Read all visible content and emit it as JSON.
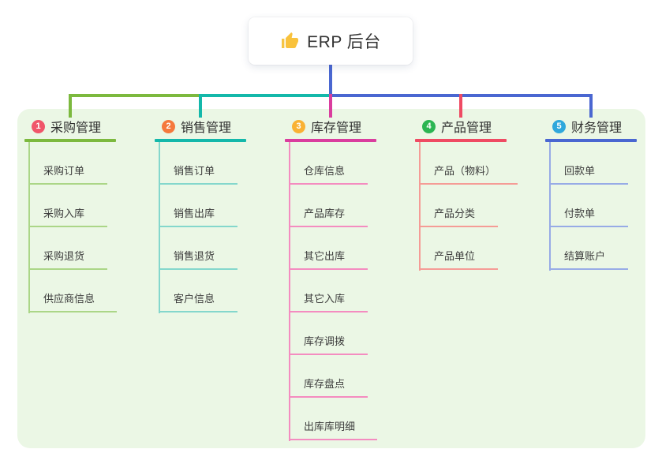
{
  "root": {
    "label": "ERP 后台",
    "icon": "thumbs-up-icon",
    "stem_color": "#4a67d1"
  },
  "colors": {
    "canvas_bg": "#ffffff",
    "panel_bg": "#ebf7e5",
    "root_card_bg": "#ffffff",
    "text": "#333333",
    "child_text": "#3c3c3c"
  },
  "branches": [
    {
      "number": "1",
      "title": "采购管理",
      "badge_color": "#f0566a",
      "line_color": "#7cb93e",
      "child_line_color": "#abd687",
      "children": [
        "采购订单",
        "采购入库",
        "采购退货",
        "供应商信息"
      ]
    },
    {
      "number": "2",
      "title": "销售管理",
      "badge_color": "#f5793d",
      "line_color": "#14b8aa",
      "child_line_color": "#84d7cc",
      "children": [
        "销售订单",
        "销售出库",
        "销售退货",
        "客户信息"
      ]
    },
    {
      "number": "3",
      "title": "库存管理",
      "badge_color": "#f9b234",
      "line_color": "#da3d9e",
      "child_line_color": "#f48cc0",
      "children": [
        "仓库信息",
        "产品库存",
        "其它出库",
        "其它入库",
        "库存调拨",
        "库存盘点",
        "出库库明细"
      ]
    },
    {
      "number": "4",
      "title": "产品管理",
      "badge_color": "#2cb552",
      "line_color": "#ef4b63",
      "child_line_color": "#f59c96",
      "children": [
        "产品（物料）",
        "产品分类",
        "产品单位"
      ]
    },
    {
      "number": "5",
      "title": "财务管理",
      "badge_color": "#2fa8dc",
      "line_color": "#4a67d1",
      "child_line_color": "#97abe6",
      "children": [
        "回款单",
        "付款单",
        "结算账户"
      ]
    }
  ]
}
